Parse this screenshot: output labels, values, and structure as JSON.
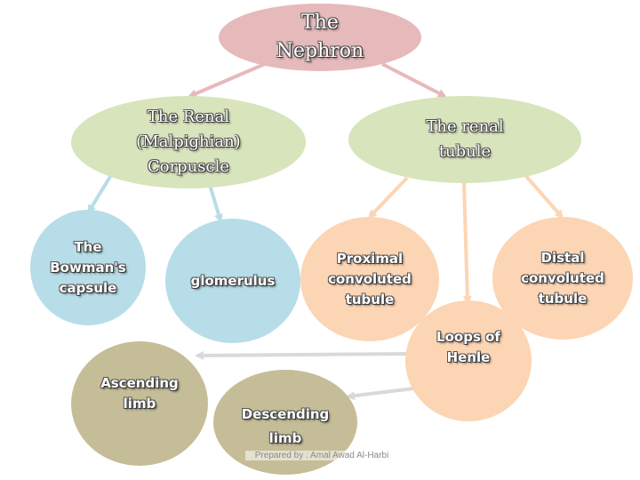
{
  "diagram": {
    "nodes": [
      {
        "id": "nephron",
        "name": "node-nephron",
        "label": "The\nNephron",
        "color": "#e6b9bb",
        "style": "serif"
      },
      {
        "id": "corpuscle",
        "name": "node-renal-corpuscle",
        "label": "The Renal\n(Malpighian)\nCorpuscle",
        "color": "#d8e4bc",
        "style": "serif"
      },
      {
        "id": "tubule",
        "name": "node-renal-tubule",
        "label": "The renal\ntubule",
        "color": "#d8e4bc",
        "style": "serif"
      },
      {
        "id": "bowman",
        "name": "node-bowmans-capsule",
        "label": "The\nBowman's\ncapsule",
        "color": "#b7dde8",
        "style": "sans"
      },
      {
        "id": "glomerulus",
        "name": "node-glomerulus",
        "label": "glomerulus",
        "color": "#b7dde8",
        "style": "sans"
      },
      {
        "id": "proximal",
        "name": "node-proximal-tubule",
        "label": "Proximal\nconvoluted\ntubule",
        "color": "#fcd5b4",
        "style": "sans"
      },
      {
        "id": "distal",
        "name": "node-distal-tubule",
        "label": "Distal\nconvoluted\ntubule",
        "color": "#fcd5b4",
        "style": "sans"
      },
      {
        "id": "henle",
        "name": "node-loops-of-henle",
        "label": "Loops of\nHenle",
        "color": "#fcd5b4",
        "style": "sans"
      },
      {
        "id": "ascending",
        "name": "node-ascending-limb",
        "label": "Ascending\nlimb",
        "color": "#c4bd97",
        "style": "sans"
      },
      {
        "id": "descending",
        "name": "node-descending-limb",
        "label": "Descending\nlimb",
        "color": "#c4bd97",
        "style": "sans"
      }
    ],
    "edges": [
      {
        "from": "nephron",
        "to": "corpuscle",
        "color": "#e6b9bb"
      },
      {
        "from": "nephron",
        "to": "tubule",
        "color": "#e6b9bb"
      },
      {
        "from": "corpuscle",
        "to": "bowman",
        "color": "#b7dde8"
      },
      {
        "from": "corpuscle",
        "to": "glomerulus",
        "color": "#b7dde8"
      },
      {
        "from": "tubule",
        "to": "proximal",
        "color": "#fcd5b4"
      },
      {
        "from": "tubule",
        "to": "henle",
        "color": "#fcd5b4"
      },
      {
        "from": "tubule",
        "to": "distal",
        "color": "#fcd5b4"
      },
      {
        "from": "henle",
        "to": "ascending",
        "color": "#d9d9d9"
      },
      {
        "from": "henle",
        "to": "descending",
        "color": "#d9d9d9"
      }
    ]
  },
  "footer": {
    "credit": "Prepared by : Amal Awad Al-Harbi"
  }
}
